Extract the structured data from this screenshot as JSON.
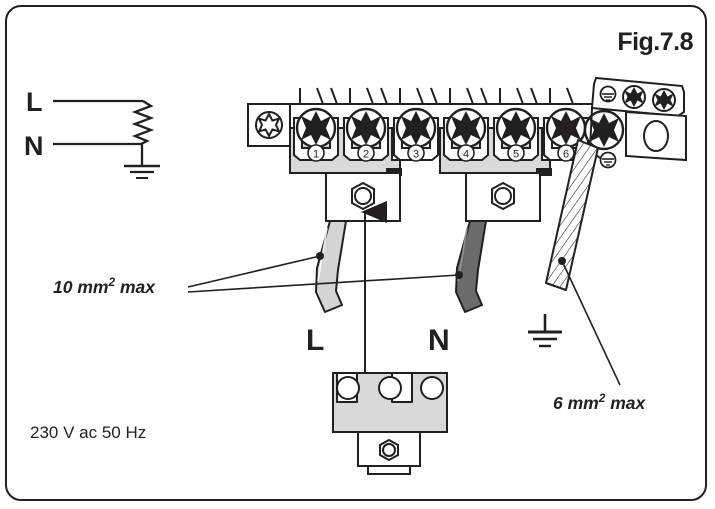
{
  "figure": {
    "title": "Fig.7.8",
    "type": "electrical-wiring-diagram",
    "description": "Terminal block connection diagram showing live, neutral and earth conductor wiring"
  },
  "source_schematic": {
    "live_label": "L",
    "neutral_label": "N",
    "element": "heating-element-resistor",
    "earth": "earth-symbol"
  },
  "plug": {
    "live_label": "L",
    "neutral_label": "N",
    "pin_count": 3
  },
  "annotations": {
    "conductor_10mm": "10 mm² max",
    "conductor_10mm_value": "10",
    "conductor_10mm_unit": "mm² max",
    "conductor_6mm": "6 mm² max",
    "conductor_6mm_value": "6",
    "conductor_6mm_unit": "mm² max",
    "supply": "230 V ac 50 Hz"
  },
  "terminal_block": {
    "terminal_numbers": [
      "1",
      "2",
      "3",
      "4",
      "5",
      "6"
    ],
    "earth_terminal": "earth",
    "screw_type": "cross-head",
    "bridge_left_terminals": [
      "1",
      "2",
      "3"
    ],
    "bridge_right_terminals": [
      "4",
      "5",
      "6"
    ]
  },
  "colors": {
    "outline": "#231f20",
    "live_cable": "#d4d4d4",
    "neutral_cable": "#6b6b6b",
    "bridge_fill": "#d9d9d9",
    "plug_fill": "#d9d9d9",
    "background": "#ffffff"
  }
}
